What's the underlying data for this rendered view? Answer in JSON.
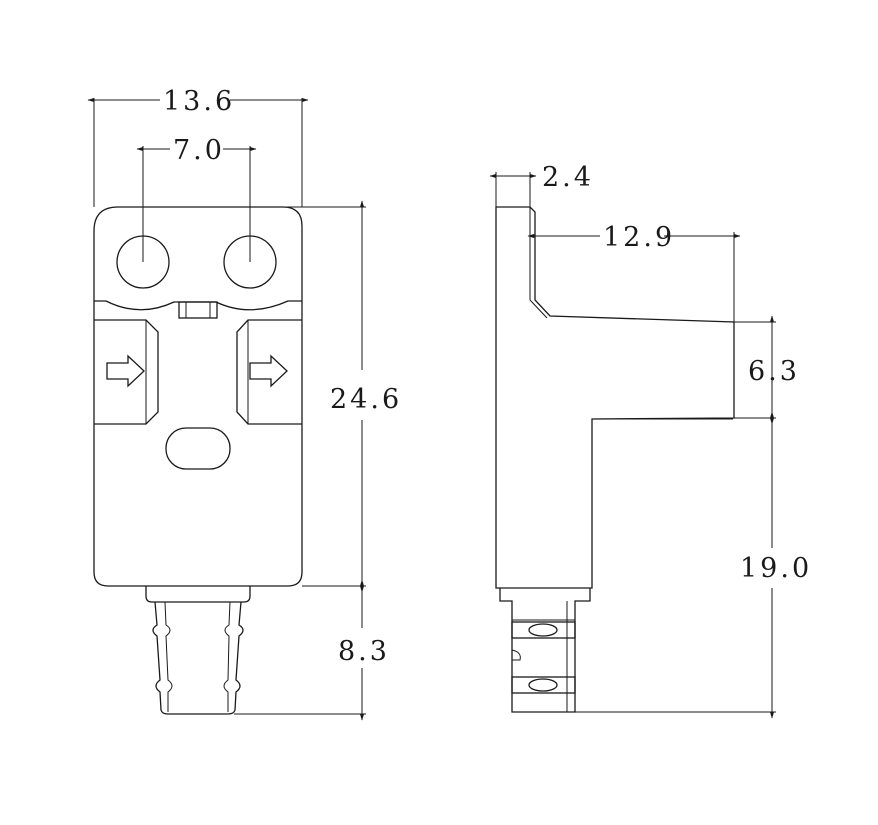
{
  "dimensions": {
    "front_width": "13.6",
    "hole_spacing": "7.0",
    "body_height": "24.6",
    "cable_length": "8.3",
    "flange_thickness": "2.4",
    "side_depth": "12.9",
    "step_height": "6.3",
    "lower_height": "19.0"
  },
  "icons": {
    "left_tab": "right-arrow-icon",
    "right_tab": "right-arrow-icon"
  }
}
